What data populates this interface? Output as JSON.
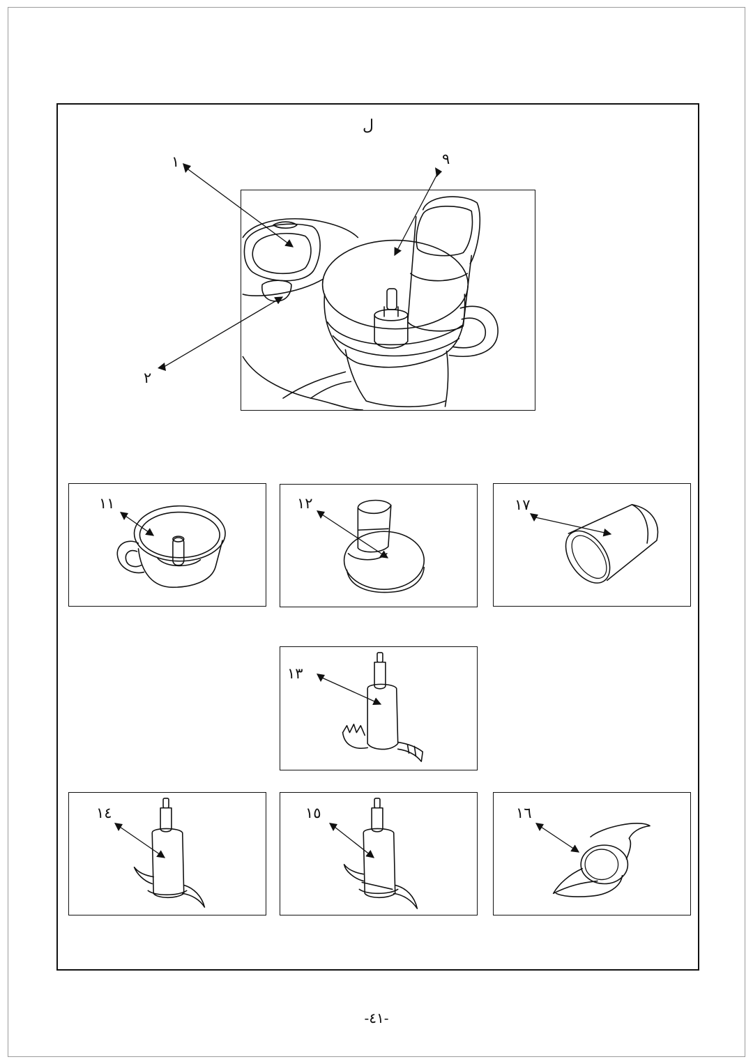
{
  "heading": "ل",
  "page_number": "-٤١-",
  "main_image": {
    "labels": {
      "lid": "١",
      "button": "٢",
      "bowl": "٩"
    }
  },
  "parts": [
    {
      "label": "١١",
      "icon": "bowl-with-handle-icon"
    },
    {
      "label": "١٢",
      "icon": "disc-holder-icon"
    },
    {
      "label": "١٧",
      "icon": "pusher-cup-icon"
    },
    {
      "label": "١٣",
      "icon": "dough-blade-icon"
    },
    {
      "label": "١٤",
      "icon": "chopping-blade-icon"
    },
    {
      "label": "١٥",
      "icon": "mixing-blade-icon"
    },
    {
      "label": "١٦",
      "icon": "whisk-attachment-icon"
    }
  ]
}
